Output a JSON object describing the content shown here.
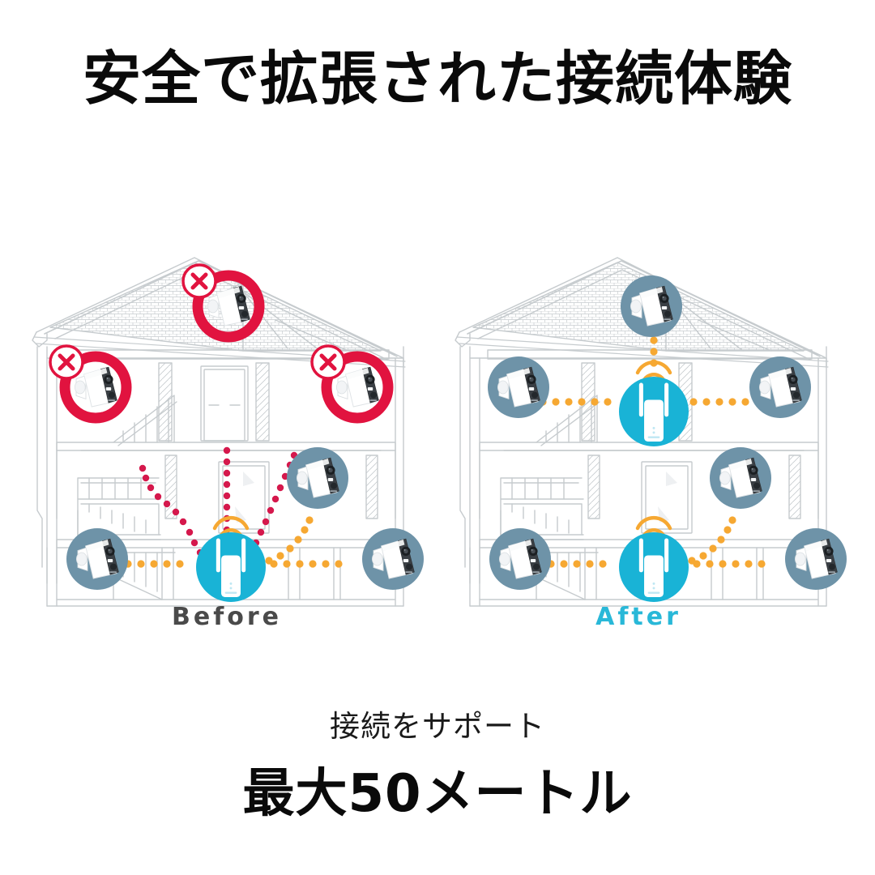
{
  "headline": "安全で拡張された接続体験",
  "labels": {
    "before": "Before",
    "after": "After"
  },
  "captions": {
    "sub": "接続をサポート",
    "main": "最大50メートル"
  },
  "colors": {
    "accent_cyan": "#29b8d8",
    "bad_red": "#e1133f",
    "camera_circle_blue": "#6e93a8",
    "signal_orange": "#f6a832",
    "signal_red": "#d5184c",
    "line_gray": "#c6cbce",
    "text_dark": "#0a0a0a",
    "label_gray": "#4a4a4a",
    "background": "#ffffff"
  },
  "diagram": {
    "type": "before-after-coverage",
    "before": {
      "title": "Before",
      "devices": [
        {
          "kind": "camera",
          "status": "no-signal",
          "badge": "x-mark",
          "floor": "attic",
          "position": "center"
        },
        {
          "kind": "camera",
          "status": "no-signal",
          "badge": "x-mark",
          "floor": "upper",
          "position": "left-exterior"
        },
        {
          "kind": "camera",
          "status": "no-signal",
          "badge": "x-mark",
          "floor": "upper",
          "position": "right-exterior"
        },
        {
          "kind": "camera",
          "status": "connected",
          "badge": "none",
          "floor": "middle",
          "position": "right"
        },
        {
          "kind": "camera",
          "status": "connected",
          "badge": "none",
          "floor": "ground",
          "position": "left"
        },
        {
          "kind": "camera",
          "status": "connected",
          "badge": "none",
          "floor": "ground",
          "position": "right-exterior"
        },
        {
          "kind": "extender",
          "status": "active",
          "badge": "none",
          "floor": "ground",
          "position": "center"
        }
      ],
      "signals": [
        {
          "color": "signal_red",
          "meaning": "blocked"
        },
        {
          "color": "signal_orange",
          "meaning": "connected"
        }
      ]
    },
    "after": {
      "title": "After",
      "devices": [
        {
          "kind": "camera",
          "status": "connected",
          "badge": "none",
          "floor": "attic",
          "position": "center"
        },
        {
          "kind": "camera",
          "status": "connected",
          "badge": "none",
          "floor": "upper",
          "position": "left-exterior"
        },
        {
          "kind": "camera",
          "status": "connected",
          "badge": "none",
          "floor": "upper",
          "position": "right-exterior"
        },
        {
          "kind": "camera",
          "status": "connected",
          "badge": "none",
          "floor": "middle",
          "position": "right"
        },
        {
          "kind": "camera",
          "status": "connected",
          "badge": "none",
          "floor": "ground",
          "position": "left"
        },
        {
          "kind": "camera",
          "status": "connected",
          "badge": "none",
          "floor": "ground",
          "position": "right-exterior"
        },
        {
          "kind": "extender",
          "status": "active",
          "badge": "none",
          "floor": "upper",
          "position": "center"
        },
        {
          "kind": "extender",
          "status": "active",
          "badge": "none",
          "floor": "ground",
          "position": "center"
        }
      ],
      "signals": [
        {
          "color": "signal_orange",
          "meaning": "connected"
        }
      ]
    }
  }
}
